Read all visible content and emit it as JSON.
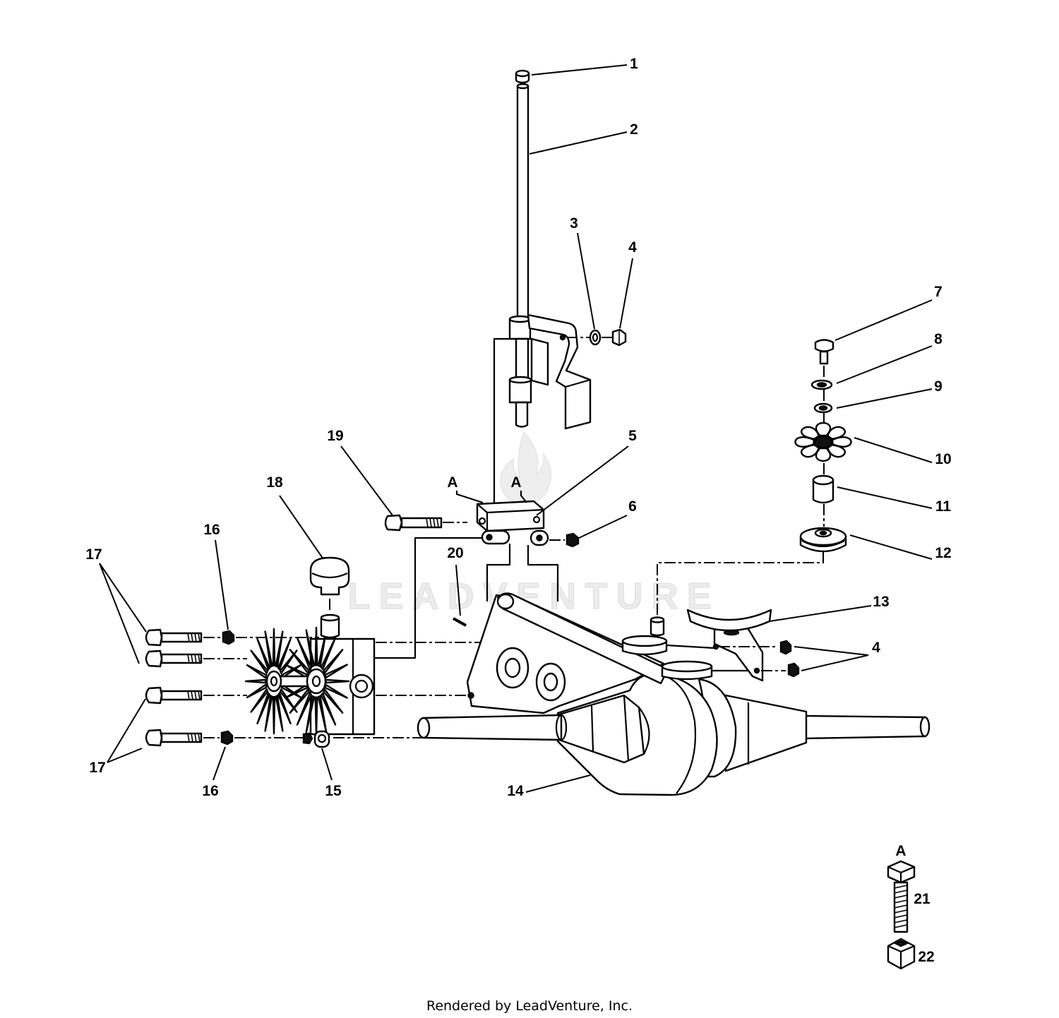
{
  "diagram": {
    "callouts": [
      "1",
      "2",
      "3",
      "4",
      "5",
      "6",
      "7",
      "8",
      "9",
      "10",
      "11",
      "12",
      "13",
      "4",
      "14",
      "15",
      "16",
      "16",
      "17",
      "17",
      "18",
      "19",
      "20",
      "21",
      "22"
    ],
    "reference_marks": [
      "A",
      "A",
      "A"
    ]
  },
  "watermark": "LEADVENTURE",
  "footer": "Rendered by LeadVenture, Inc.",
  "colors": {
    "line": "#000000",
    "watermark": "#ececec",
    "background": "#ffffff"
  }
}
